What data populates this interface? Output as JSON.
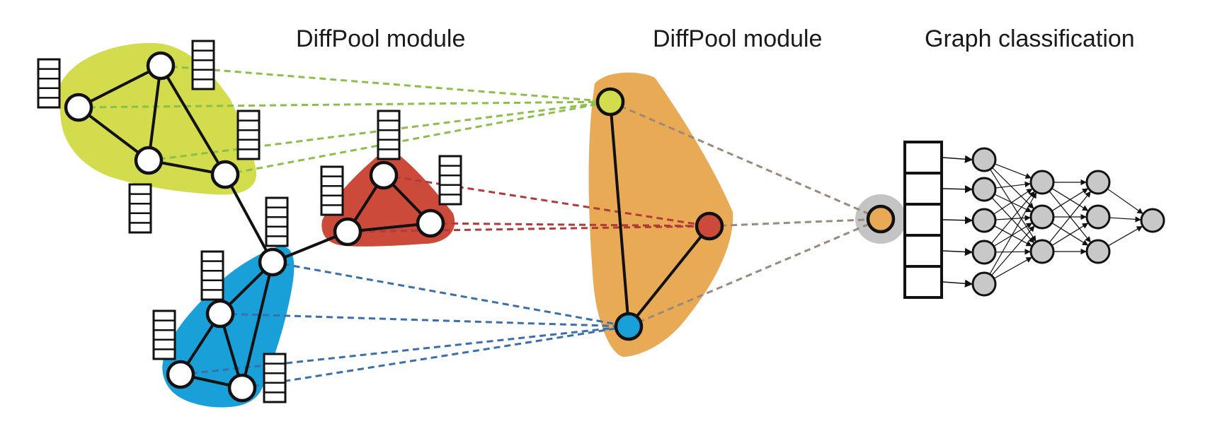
{
  "titles": {
    "pool1": "DiffPool module",
    "pool2": "DiffPool module",
    "classify": "Graph classification"
  },
  "colors": {
    "green": "#d2dc4d",
    "red": "#cc4a3a",
    "blue": "#1aa0d8",
    "orange": "#e9aa55",
    "gray_node": "#c8c8c8",
    "gray_halo": "#c4c4c4",
    "edge": "#111111",
    "green_dash": "#8bbf4a",
    "red_dash": "#b23a3a",
    "blue_dash": "#3a6fae",
    "brown_dash": "#9a8a7a"
  },
  "icons": [
    "feature-vector-icon",
    "graph-node-icon",
    "cluster-node-icon",
    "neuron-icon"
  ]
}
